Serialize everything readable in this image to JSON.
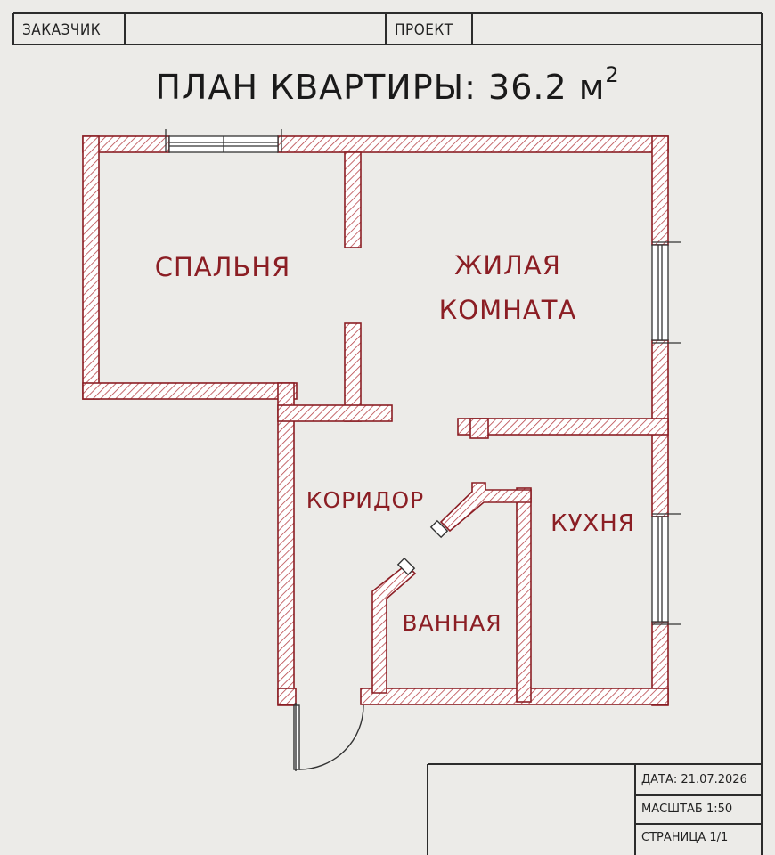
{
  "header": {
    "customer_label": "ЗАКАЗЧИК",
    "project_label": "ПРОЕКТ"
  },
  "plan": {
    "title": "ПЛАН КВАРТИРЫ: 36.2 м",
    "title_sup": "2"
  },
  "rooms": {
    "bedroom": "СПАЛЬНЯ",
    "living_line1": "ЖИЛАЯ",
    "living_line2": "КОМНАТА",
    "corridor": "КОРИДОР",
    "kitchen": "КУХНЯ",
    "bathroom": "ВАННАЯ"
  },
  "title_block": {
    "date": "ДАТА: 21.07.2026",
    "scale": "МАСШТАБ 1:50",
    "page": "СТРАНИЦА 1/1"
  },
  "colors": {
    "wall": "#8b1e24",
    "paper": "#ecebe8",
    "line": "#333333"
  }
}
